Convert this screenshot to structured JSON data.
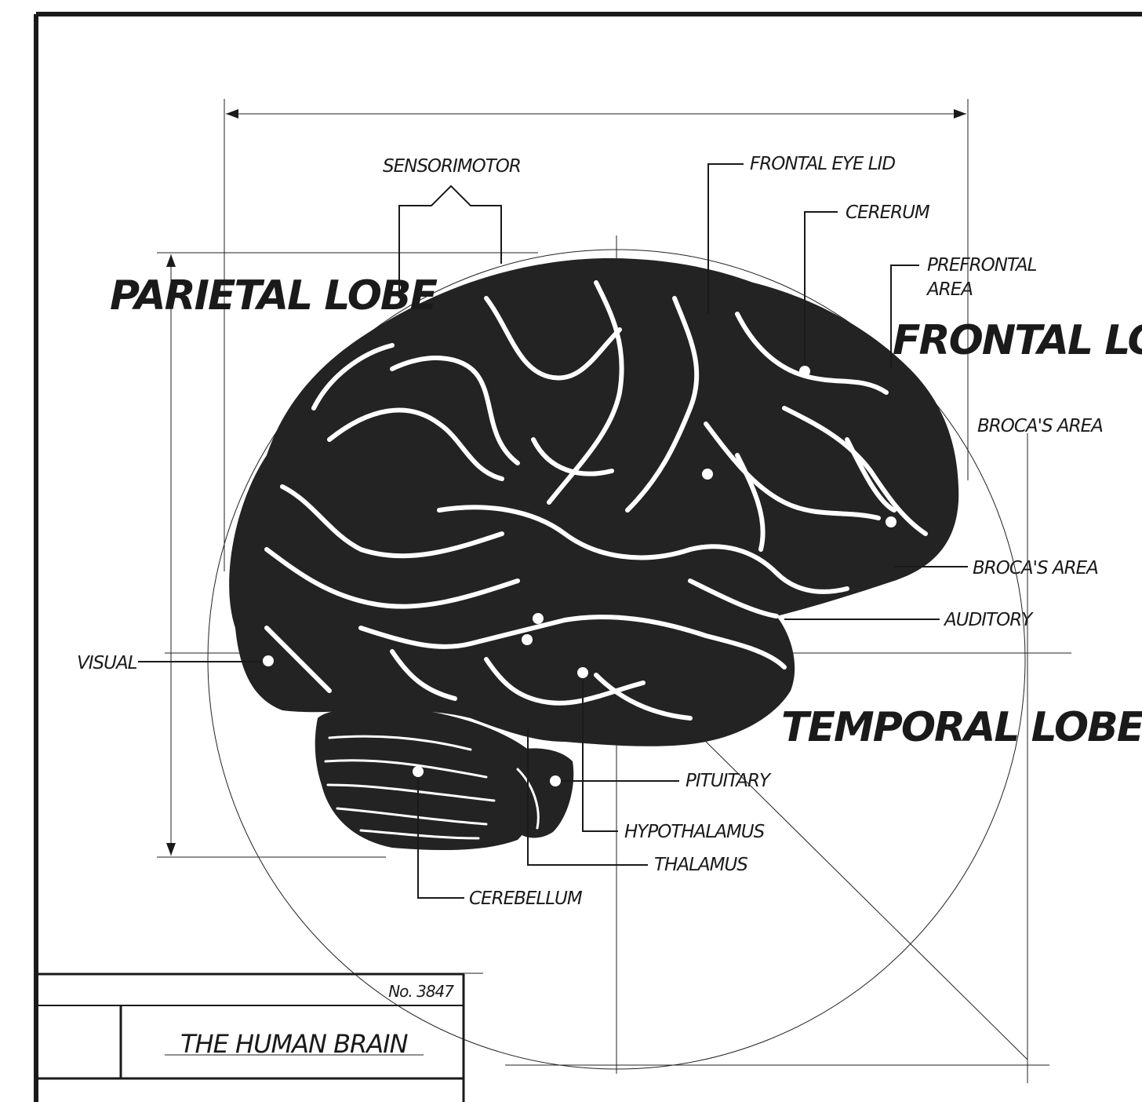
{
  "diagram": {
    "title": "THE HUMAN BRAIN",
    "number": "No. 3847",
    "lobes": {
      "parietal": "PARIETAL LOBE",
      "frontal": "FRONTAL LOBE",
      "temporal": "TEMPORAL LOBE"
    },
    "labels": {
      "sensorimotor": "SENSORIMOTOR",
      "frontal_eye_lid": "FRONTAL EYE LID",
      "cererum": "CERERUM",
      "prefrontal_1": "PREFRONTAL",
      "prefrontal_2": "AREA",
      "broca_upper": "BROCA'S AREA",
      "broca_lower": "BROCA'S AREA",
      "auditory": "AUDITORY",
      "visual": "VISUAL",
      "pituitary": "PITUITARY",
      "hypothalamus": "HYPOTHALAMUS",
      "thalamus": "THALAMUS",
      "cerebellum": "CEREBELLUM"
    },
    "colors": {
      "ink": "#1a1a1a",
      "brain": "#232323",
      "paper": "#ffffff"
    }
  }
}
